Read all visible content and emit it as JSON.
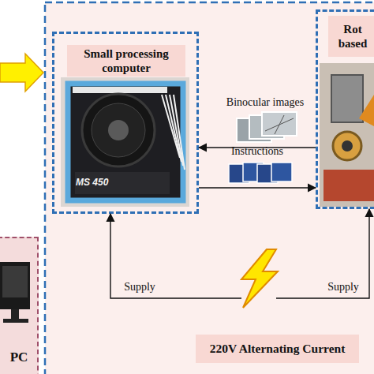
{
  "diagram": {
    "nodes": [
      {
        "text": [
          "Small processing computer"
        ]
      },
      {
        "text": [
          "Rot based"
        ]
      },
      {
        "text": [
          "220V Alternating Current"
        ]
      },
      {
        "text": [
          "PC"
        ]
      }
    ],
    "edges": [
      {
        "from": 1,
        "to": 0,
        "label": "Binocular images",
        "arrow": "to"
      },
      {
        "from": 0,
        "to": 1,
        "label": "Instructions",
        "arrow": "to"
      },
      {
        "from": 2,
        "to": 0,
        "label": "Supply",
        "arrow": "to"
      },
      {
        "from": 2,
        "to": 1,
        "label": "Supply",
        "arrow": "to"
      }
    ],
    "labels": [
      "MS 450"
    ]
  }
}
